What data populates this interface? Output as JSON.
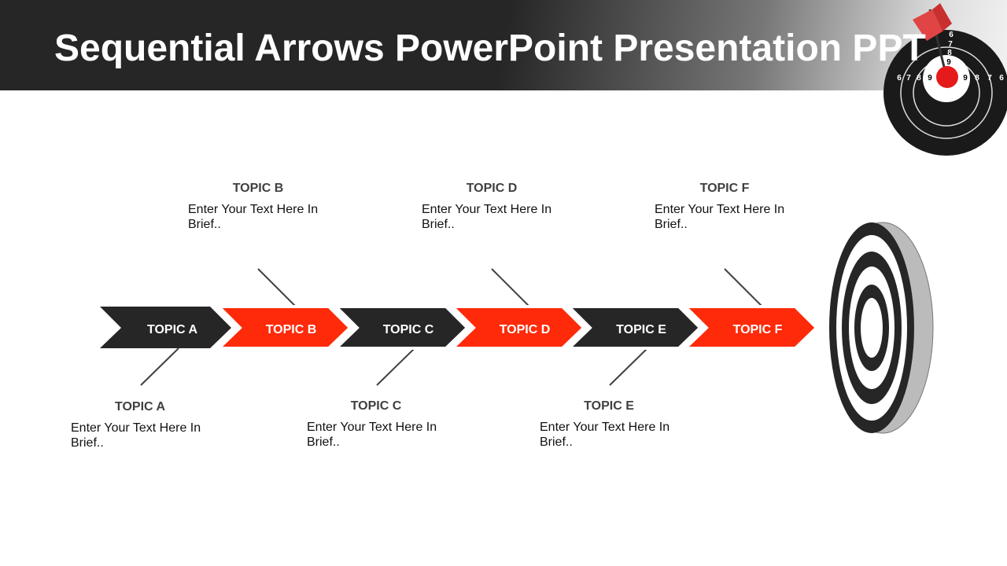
{
  "title": "Sequential Arrows PowerPoint Presentation PPT",
  "header_image": {
    "icon": "dartboard-with-dart-icon",
    "numbers": [
      "6",
      "7",
      "8",
      "9",
      "9",
      "8",
      "7",
      "6",
      "6",
      "7",
      "8",
      "9"
    ]
  },
  "colors": {
    "dark": "#262626",
    "accent": "#ff2a0a"
  },
  "arrows": [
    "TOPIC A",
    "TOPIC B",
    "TOPIC C",
    "TOPIC D",
    "TOPIC E",
    "TOPIC F"
  ],
  "callouts": [
    {
      "heading": "TOPIC A",
      "text": "Enter Your Text Here In Brief.."
    },
    {
      "heading": "TOPIC B",
      "text": "Enter Your Text Here In Brief.."
    },
    {
      "heading": "TOPIC C",
      "text": "Enter Your Text Here In Brief.."
    },
    {
      "heading": "TOPIC D",
      "text": "Enter Your Text Here In Brief.."
    },
    {
      "heading": "TOPIC E",
      "text": "Enter Your Text Here In Brief.."
    },
    {
      "heading": "TOPIC F",
      "text": "Enter Your Text Here In Brief.."
    }
  ]
}
